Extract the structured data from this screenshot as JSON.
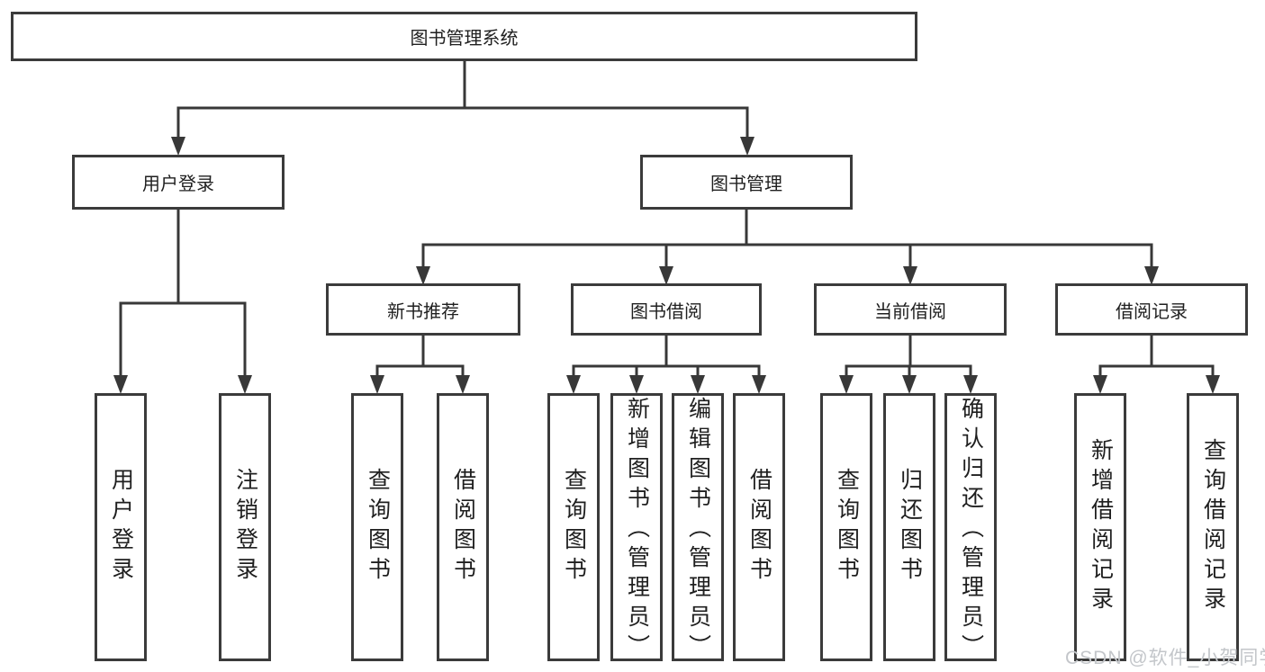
{
  "diagram": {
    "root": {
      "label": "图书管理系统"
    },
    "branches": [
      {
        "label": "用户登录",
        "children": [
          {
            "label": "用户登录"
          },
          {
            "label": "注销登录"
          }
        ]
      },
      {
        "label": "图书管理",
        "children": [
          {
            "label": "新书推荐",
            "children": [
              {
                "label": "查询图书"
              },
              {
                "label": "借阅图书"
              }
            ]
          },
          {
            "label": "图书借阅",
            "children": [
              {
                "label": "查询图书"
              },
              {
                "label": "新增图书（管理员）"
              },
              {
                "label": "编辑图书（管理员）"
              },
              {
                "label": "借阅图书"
              }
            ]
          },
          {
            "label": "当前借阅",
            "children": [
              {
                "label": "查询图书"
              },
              {
                "label": "归还图书"
              },
              {
                "label": "确认归还（管理员）"
              }
            ]
          },
          {
            "label": "借阅记录",
            "children": [
              {
                "label": "新增借阅记录"
              },
              {
                "label": "查询借阅记录"
              }
            ]
          }
        ]
      }
    ]
  },
  "watermark": {
    "text": "CSDN @软件_小贺同学"
  },
  "colors": {
    "line": "#383838",
    "box_border": "#3b3b3b",
    "text": "#1f1f1f",
    "watermark": "#c3c6ca",
    "background": "#ffffff"
  }
}
